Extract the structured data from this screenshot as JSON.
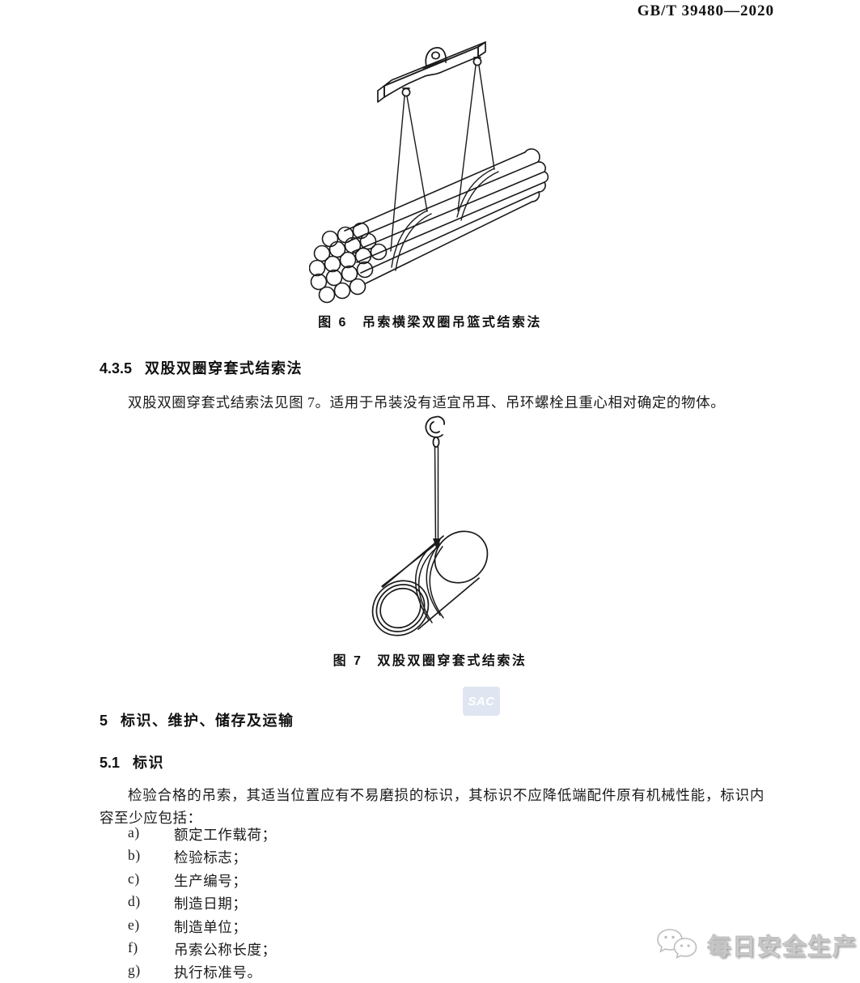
{
  "page": {
    "standard_number": "GB/T 39480—2020"
  },
  "figure6": {
    "caption_label": "图 6",
    "caption_title": "吊索横梁双圈吊篮式结索法"
  },
  "section_4_3_5": {
    "number": "4.3.5",
    "title": "双股双圈穿套式结索法",
    "body": "双股双圈穿套式结索法见图 7。适用于吊装没有适宜吊耳、吊环螺栓且重心相对确定的物体。"
  },
  "figure7": {
    "caption_label": "图 7",
    "caption_title": "双股双圈穿套式结索法"
  },
  "sac_watermark": {
    "label": "SAC",
    "color": "#dfe5f1"
  },
  "section_5": {
    "number": "5",
    "title": "标识、维护、储存及运输"
  },
  "section_5_1": {
    "number": "5.1",
    "title": "标识",
    "intro": "检验合格的吊索，其适当位置应有不易磨损的标识，其标识不应降低端配件原有机械性能，标识内容至少应包括：",
    "items": [
      {
        "label": "a)",
        "text": "额定工作载荷；"
      },
      {
        "label": "b)",
        "text": "检验标志；"
      },
      {
        "label": "c)",
        "text": "生产编号；"
      },
      {
        "label": "d)",
        "text": "制造日期；"
      },
      {
        "label": "e)",
        "text": "制造单位；"
      },
      {
        "label": "f)",
        "text": "吊索公称长度；"
      },
      {
        "label": "g)",
        "text": "执行标准号。"
      }
    ]
  },
  "footer_watermark": {
    "text": "每日安全生产"
  },
  "colors": {
    "line_art": "#1a1a1a",
    "sac_badge": "#dfe5f1",
    "watermark_gray": "#c3c3c3"
  }
}
